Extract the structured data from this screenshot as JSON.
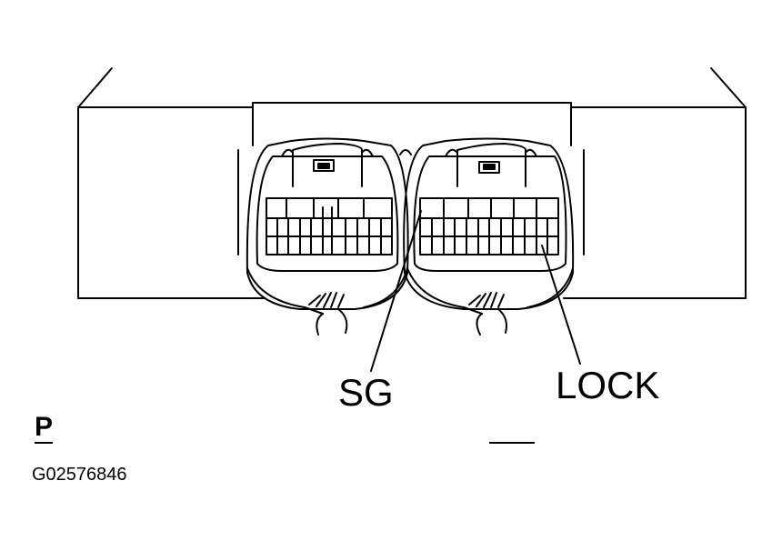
{
  "labels": {
    "sg": "SG",
    "lock": "LOCK",
    "p": "P",
    "figure_code": "G02576846"
  },
  "icons": [
    "ecu-body-outline",
    "left-connector",
    "right-connector",
    "wire-harness"
  ],
  "colors": {
    "line": "#000000",
    "background": "#ffffff"
  }
}
